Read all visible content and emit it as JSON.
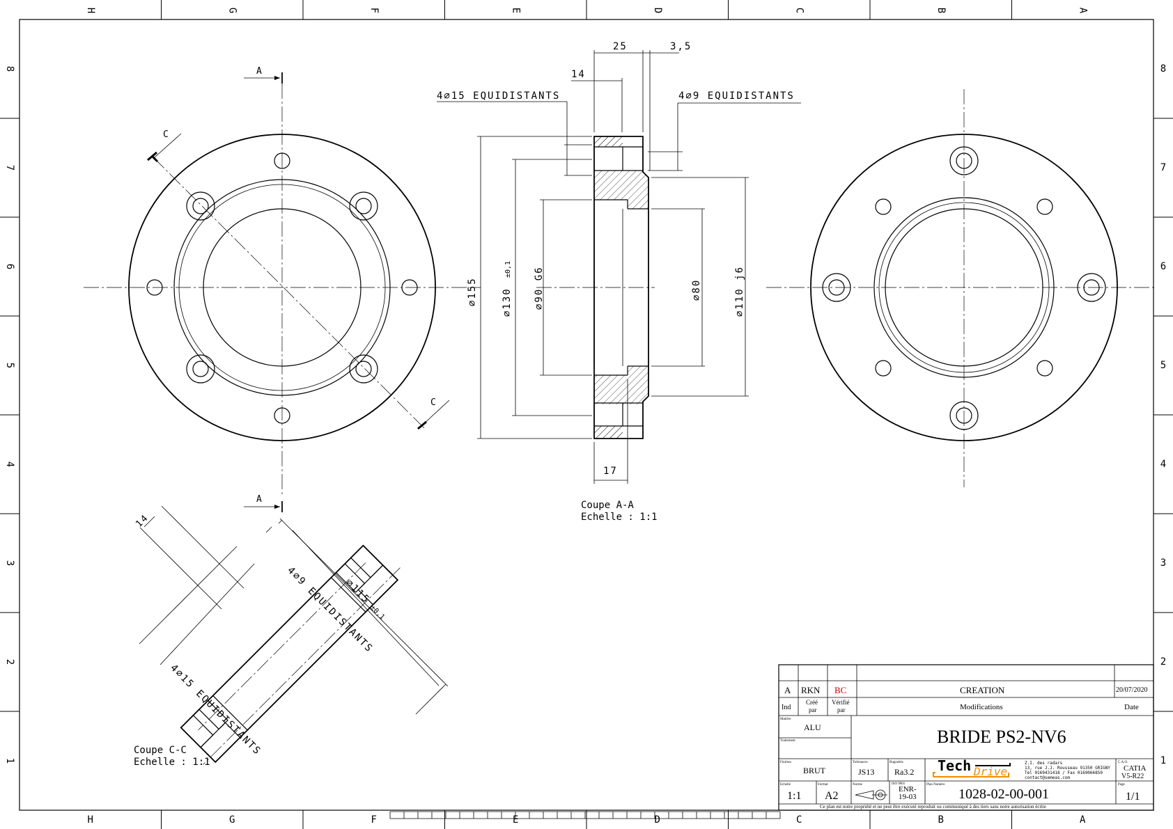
{
  "zones": {
    "columns": [
      "H",
      "G",
      "F",
      "E",
      "D",
      "C",
      "B",
      "A"
    ],
    "rows": [
      "8",
      "7",
      "6",
      "5",
      "4",
      "3",
      "2",
      "1"
    ]
  },
  "front_view": {
    "section_a_label": "A",
    "section_c_label": "C"
  },
  "section_aa": {
    "dims": {
      "d25": "25",
      "d3_5": "3,5",
      "d14": "14",
      "d17": "17",
      "holes15": "4∅15 EQUIDISTANTS",
      "holes9": "4∅9 EQUIDISTANTS",
      "dia155": "∅155",
      "dia130": "∅130",
      "dia130_tol": "±0,1",
      "dia90": "∅90 G6",
      "dia80": "∅80",
      "dia110": "∅110 j6"
    },
    "caption_line1": "Coupe A-A",
    "caption_line2": "Echelle :  1:1"
  },
  "section_cc": {
    "dims": {
      "d14": "14",
      "holes9": "4∅9 EQUIDISTANTS",
      "holes15": "4∅15 EQUIDISTANTS",
      "dia115": "∅115",
      "dia115_tol": "±0,1"
    },
    "caption_line1": "Coupe C-C",
    "caption_line2": "Echelle :  1:1"
  },
  "title_block": {
    "rev_index": "A",
    "created_by": "RKN",
    "checked_by": "BC",
    "revision_desc": "CREATION",
    "revision_date": "20/07/2020",
    "hdr_ind": "Ind",
    "hdr_cree1": "Créé",
    "hdr_cree2": "par",
    "hdr_verif1": "Vérifié",
    "hdr_verif2": "par",
    "hdr_modifs": "Modifications",
    "hdr_date": "Date",
    "lbl_matiere": "Matière",
    "matiere": "ALU",
    "lbl_traitement": "Traitement",
    "part_name": "BRIDE PS2-NV6",
    "lbl_finition": "Finition",
    "finition": "BRUT",
    "lbl_tolerances": "Tolérances",
    "tolerances": "JS13",
    "lbl_rugosite": "Rugosités",
    "rugosite": "Ra3.2",
    "company_logo_1": "Tech",
    "company_logo_2": "Drive",
    "address_1": "Z.I. des radars",
    "address_2": "13, rue J.J. Rousseau 91350 GRIGNY",
    "address_3": "Tel 0169431418 / Fax 0169066850",
    "address_4": "contact@semeas.com",
    "lbl_cao": "C.A.O.",
    "cao_1": "CATIA",
    "cao_2": "V5-R22",
    "lbl_echelle": "Echelle",
    "echelle": "1:1",
    "lbl_format": "Format",
    "format": "A2",
    "lbl_norme": "Norme",
    "lbl_iso": "ISO 9001",
    "iso_1": "ENR-",
    "iso_2": "19-03",
    "lbl_plan": "Plan Numéro",
    "plan_number": "1028-02-00-001",
    "lbl_page": "Page",
    "page": "1/1",
    "footer_note": "Ce plan est notre propriété et ne peut être exécuté reproduit ou communiqué à des tiers sans notre autorisation écrite"
  },
  "colors": {
    "ink": "#000000",
    "checker_red": "#cc0000",
    "logo_orange": "#f28c00"
  }
}
